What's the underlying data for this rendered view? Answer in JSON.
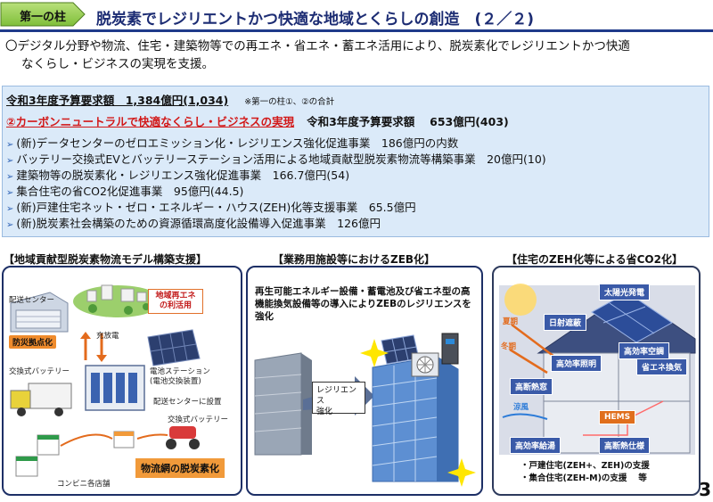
{
  "header": {
    "pillar_label": "第一の柱",
    "title": "脱炭素でレジリエントかつ快適な地域とくらしの創造　(２／２)"
  },
  "summary": {
    "line1": "〇デジタル分野や物流、住宅・建築物等での再エネ・省エネ・蓄エネ活用により、脱炭素化でレジリエントかつ快適",
    "line2": "なくらし・ビジネスの実現を支援。"
  },
  "budget": {
    "heading": "令和3年度予算要求額　1,384億円(1,034)",
    "heading_note": "※第一の柱①、②の合計",
    "section_title": "②カーボンニュートラルで快適なくらし・ビジネスの実現",
    "section_amount": "令和3年度予算要求額　 653億円(403)",
    "items": [
      "(新)データセンターのゼロエミッション化・レジリエンス強化促進事業　186億円の内数",
      "バッテリー交換式EVとバッテリーステーション活用による地域貢献型脱炭素物流等構築事業　20億円(10)",
      "建築物等の脱炭素化・レジリエンス強化促進事業　166.7億円(54)",
      "集合住宅の省CO2化促進事業　95億円(44.5)",
      "(新)戸建住宅ネット・ゼロ・エネルギー・ハウス(ZEH)化等支援事業　65.5億円",
      "(新)脱炭素社会構築のための資源循環高度化設備導入促進事業　126億円"
    ]
  },
  "panel_logistics": {
    "title": "【地域貢献型脱炭素物流モデル構築支援】",
    "distribution_center": "配送センター",
    "renewable_tag": "地域再エネ\nの利活用",
    "disaster_tag": "防災拠点化",
    "charge_discharge": "充放電",
    "swap_battery_left": "交換式バッテリー",
    "battery_station": "電池ステーション\n(電池交換装置)",
    "installed_at_center": "配送センターに設置",
    "swap_battery_right": "交換式バッテリー",
    "convenience_store": "コンビニ各店舗",
    "decarbonize_tag": "物流網の脱炭素化"
  },
  "panel_zeb": {
    "title": "【業務用施設等におけるZEB化】",
    "description": "再生可能エネルギー設備・蓄電池及び省エネ型の高機能換気設備等の導入によりZEBのレジリエンスを強化",
    "callout": "レジリエンス\n強化"
  },
  "panel_house": {
    "title": "【住宅のZEH化等による省CO2化】",
    "labels": {
      "solar": "太陽光発電",
      "shade": "日射遮蔽",
      "summer": "夏期",
      "winter": "冬期",
      "ac": "高効率空調",
      "light": "高効率照明",
      "vent": "省エネ換気",
      "window": "高断熱窓",
      "hems": "HEMS",
      "cool": "涼風",
      "water": "高効率給湯",
      "insul": "高断熱仕様"
    },
    "footnote1": "・戸建住宅(ZEH+、ZEH)の支援",
    "footnote2": "・集合住宅(ZEH-M)の支援　 等"
  },
  "page_number": "3",
  "colors": {
    "title_navy": "#1c2c73",
    "budget_bg": "#dbeaf9",
    "accent_red": "#d21919",
    "panel_border": "#1d2f66"
  }
}
